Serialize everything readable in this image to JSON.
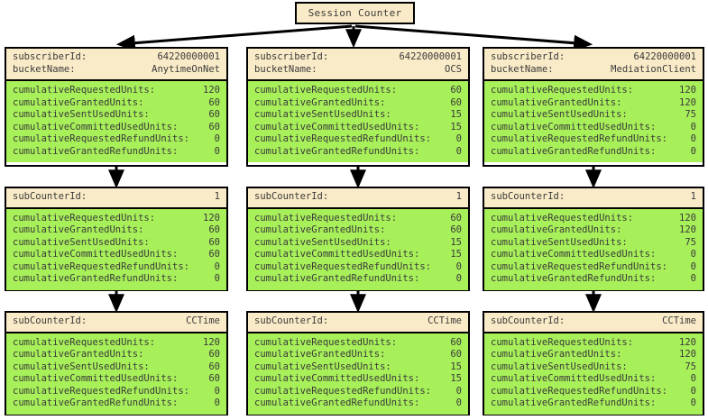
{
  "diagram": {
    "title": "Session Counter",
    "root": {
      "label": "Session Counter"
    },
    "colors": {
      "header_bg": "#faebc8",
      "body_bg": "#a8f05a",
      "border": "#000000",
      "text": "#3a3a3a",
      "canvas_bg": "#ffffff"
    },
    "field_labels": {
      "subscriber_id": "subscriberId:",
      "bucket_name": "bucketName:",
      "sub_counter_id": "subCounterId:",
      "cumulative_requested_units": "cumulativeRequestedUnits:",
      "cumulative_granted_units": "cumulativeGrantedUnits:",
      "cumulative_sent_used_units": "cumulativeSentUsedUnits:",
      "cumulative_committed_used_units": "cumulativeCommittedUsedUnits:",
      "cumulative_requested_refund_units": "cumulativeRequestedRefundUnits:",
      "cumulative_granted_refund_units": "cumulativeGrantedRefundUnits:"
    },
    "columns": [
      {
        "bucket": {
          "header": [
            {
              "key": "subscriberId:",
              "value": "64220000001"
            },
            {
              "key": "bucketName:",
              "value": "AnytimeOnNet"
            }
          ],
          "body": [
            {
              "key": "cumulativeRequestedUnits:",
              "value": "120"
            },
            {
              "key": "cumulativeGrantedUnits:",
              "value": "60"
            },
            {
              "key": "cumulativeSentUsedUnits:",
              "value": "60"
            },
            {
              "key": "cumulativeCommittedUsedUnits:",
              "value": "60"
            },
            {
              "key": "cumulativeRequestedRefundUnits:",
              "value": "0"
            },
            {
              "key": "cumulativeGrantedRefundUnits:",
              "value": "0"
            }
          ]
        },
        "sub_counter_1": {
          "header": [
            {
              "key": "subCounterId:",
              "value": "1"
            }
          ],
          "body": [
            {
              "key": "cumulativeRequestedUnits:",
              "value": "120"
            },
            {
              "key": "cumulativeGrantedUnits:",
              "value": "60"
            },
            {
              "key": "cumulativeSentUsedUnits:",
              "value": "60"
            },
            {
              "key": "cumulativeCommittedUsedUnits:",
              "value": "60"
            },
            {
              "key": "cumulativeRequestedRefundUnits:",
              "value": "0"
            },
            {
              "key": "cumulativeGrantedRefundUnits:",
              "value": "0"
            }
          ]
        },
        "sub_counter_2": {
          "header": [
            {
              "key": "subCounterId:",
              "value": "CCTime"
            }
          ],
          "body": [
            {
              "key": "cumulativeRequestedUnits:",
              "value": "120"
            },
            {
              "key": "cumulativeGrantedUnits:",
              "value": "60"
            },
            {
              "key": "cumulativeSentUsedUnits:",
              "value": "60"
            },
            {
              "key": "cumulativeCommittedUsedUnits:",
              "value": "60"
            },
            {
              "key": "cumulativeRequestedRefundUnits:",
              "value": "0"
            },
            {
              "key": "cumulativeGrantedRefundUnits:",
              "value": "0"
            }
          ]
        }
      },
      {
        "bucket": {
          "header": [
            {
              "key": "subscriberId:",
              "value": "64220000001"
            },
            {
              "key": "bucketName:",
              "value": "OCS"
            }
          ],
          "body": [
            {
              "key": "cumulativeRequestedUnits:",
              "value": "60"
            },
            {
              "key": "cumulativeGrantedUnits:",
              "value": "60"
            },
            {
              "key": "cumulativeSentUsedUnits:",
              "value": "15"
            },
            {
              "key": "cumulativeCommittedUsedUnits:",
              "value": "15"
            },
            {
              "key": "cumulativeRequestedRefundUnits:",
              "value": "0"
            },
            {
              "key": "cumulativeGrantedRefundUnits:",
              "value": "0"
            }
          ]
        },
        "sub_counter_1": {
          "header": [
            {
              "key": "subCounterId:",
              "value": "1"
            }
          ],
          "body": [
            {
              "key": "cumulativeRequestedUnits:",
              "value": "60"
            },
            {
              "key": "cumulativeGrantedUnits:",
              "value": "60"
            },
            {
              "key": "cumulativeSentUsedUnits:",
              "value": "15"
            },
            {
              "key": "cumulativeCommittedUsedUnits:",
              "value": "15"
            },
            {
              "key": "cumulativeRequestedRefundUnits:",
              "value": "0"
            },
            {
              "key": "cumulativeGrantedRefundUnits:",
              "value": "0"
            }
          ]
        },
        "sub_counter_2": {
          "header": [
            {
              "key": "subCounterId:",
              "value": "CCTime"
            }
          ],
          "body": [
            {
              "key": "cumulativeRequestedUnits:",
              "value": "60"
            },
            {
              "key": "cumulativeGrantedUnits:",
              "value": "60"
            },
            {
              "key": "cumulativeSentUsedUnits:",
              "value": "15"
            },
            {
              "key": "cumulativeCommittedUsedUnits:",
              "value": "15"
            },
            {
              "key": "cumulativeRequestedRefundUnits:",
              "value": "0"
            },
            {
              "key": "cumulativeGrantedRefundUnits:",
              "value": "0"
            }
          ]
        }
      },
      {
        "bucket": {
          "header": [
            {
              "key": "subscriberId:",
              "value": "64220000001"
            },
            {
              "key": "bucketName:",
              "value": "MediationClient"
            }
          ],
          "body": [
            {
              "key": "cumulativeRequestedUnits:",
              "value": "120"
            },
            {
              "key": "cumulativeGrantedUnits:",
              "value": "120"
            },
            {
              "key": "cumulativeSentUsedUnits:",
              "value": "75"
            },
            {
              "key": "cumulativeCommittedUsedUnits:",
              "value": "0"
            },
            {
              "key": "cumulativeRequestedRefundUnits:",
              "value": "0"
            },
            {
              "key": "cumulativeGrantedRefundUnits:",
              "value": "0"
            }
          ]
        },
        "sub_counter_1": {
          "header": [
            {
              "key": "subCounterId:",
              "value": "1"
            }
          ],
          "body": [
            {
              "key": "cumulativeRequestedUnits:",
              "value": "120"
            },
            {
              "key": "cumulativeGrantedUnits:",
              "value": "120"
            },
            {
              "key": "cumulativeSentUsedUnits:",
              "value": "75"
            },
            {
              "key": "cumulativeCommittedUsedUnits:",
              "value": "0"
            },
            {
              "key": "cumulativeRequestedRefundUnits:",
              "value": "0"
            },
            {
              "key": "cumulativeGrantedRefundUnits:",
              "value": "0"
            }
          ]
        },
        "sub_counter_2": {
          "header": [
            {
              "key": "subCounterId:",
              "value": "CCTime"
            }
          ],
          "body": [
            {
              "key": "cumulativeRequestedUnits:",
              "value": "120"
            },
            {
              "key": "cumulativeGrantedUnits:",
              "value": "120"
            },
            {
              "key": "cumulativeSentUsedUnits:",
              "value": "75"
            },
            {
              "key": "cumulativeCommittedUsedUnits:",
              "value": "0"
            },
            {
              "key": "cumulativeRequestedRefundUnits:",
              "value": "0"
            },
            {
              "key": "cumulativeGrantedRefundUnits:",
              "value": "0"
            }
          ]
        }
      }
    ]
  }
}
